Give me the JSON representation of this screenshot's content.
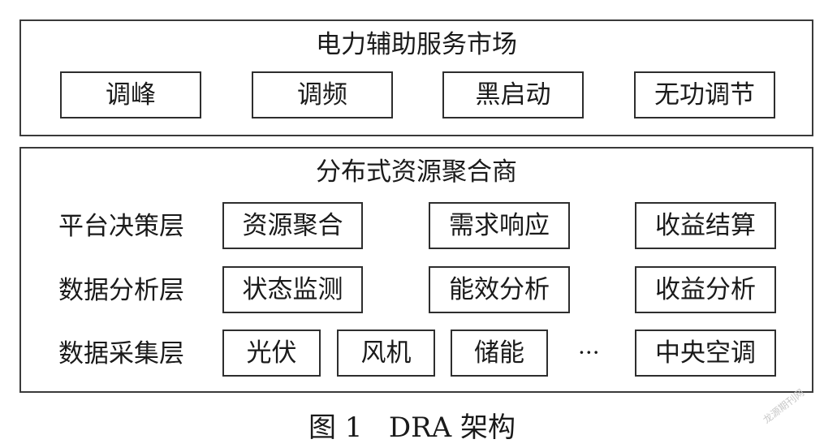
{
  "market": {
    "title": "电力辅助服务市场",
    "services": [
      "调峰",
      "调频",
      "黑启动",
      "无功调节"
    ]
  },
  "aggregator": {
    "title": "分布式资源聚合商",
    "layers": [
      {
        "label": "平台决策层",
        "items": [
          "资源聚合",
          "需求响应",
          "收益结算"
        ]
      },
      {
        "label": "数据分析层",
        "items": [
          "状态监测",
          "能效分析",
          "收益分析"
        ]
      },
      {
        "label": "数据采集层",
        "items": [
          "光伏",
          "风机",
          "储能",
          "中央空调"
        ],
        "ellipsis": "···"
      }
    ]
  },
  "caption": "图 1   DRA 架构",
  "watermark": "龙源期刊网"
}
